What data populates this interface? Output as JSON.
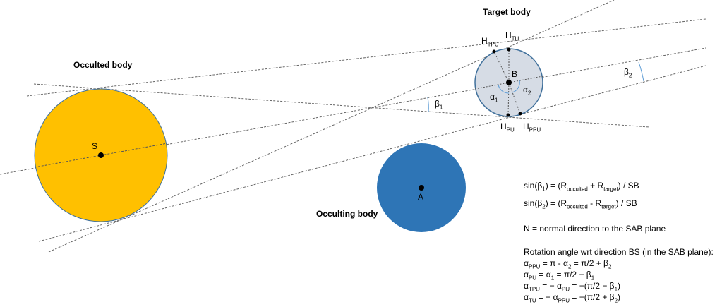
{
  "titles": {
    "target": "Target body",
    "occulted": "Occulted body",
    "occulting": "Occulting body"
  },
  "points": {
    "S": "S",
    "A": "A",
    "B": "B"
  },
  "tangent_points": {
    "HTPU": {
      "H": "H",
      "sub": "TPU"
    },
    "HTU": {
      "H": "H",
      "sub": "TU"
    },
    "HPU": {
      "H": "H",
      "sub": "PU"
    },
    "HPPU": {
      "H": "H",
      "sub": "PPU"
    }
  },
  "angles": {
    "alpha1": {
      "g": "α",
      "sub": "1"
    },
    "alpha2": {
      "g": "α",
      "sub": "2"
    },
    "beta1": {
      "g": "β",
      "sub": "1"
    },
    "beta2": {
      "g": "β",
      "sub": "2"
    }
  },
  "formulas": {
    "sin_b1": {
      "a": "sin(β",
      "s1": "1",
      "b": ") = (R",
      "s2": "occulted",
      "c": " + R",
      "s3": "target",
      "d": ") / SB"
    },
    "sin_b2": {
      "a": "sin(β",
      "s1": "2",
      "b": ") = (R",
      "s2": "occulted",
      "c": " - R",
      "s3": "target",
      "d": ") / SB"
    },
    "normal": "N = normal direction to the SAB plane",
    "rotation_title": "Rotation angle wrt direction BS (in the SAB plane):",
    "ppu": {
      "a": "α",
      "s": "PPU",
      "b": " = π - α",
      "s2": "2",
      "c": " = π/2 + β",
      "s3": "2"
    },
    "pu": {
      "a": "α",
      "s": "PU",
      "b": " = α",
      "s2": "1",
      "c": " = π/2 − β",
      "s3": "1"
    },
    "tpu": {
      "a": "α",
      "s": "TPU",
      "b": " = − α",
      "s2": "PU",
      "c": " = −(π/2 − β",
      "s3": "1",
      "d": ")"
    },
    "tu": {
      "a": "α",
      "s": "TU",
      "b": " = − α",
      "s2": "PPU",
      "c": " = −(π/2 + β",
      "s3": "2",
      "d": ")"
    }
  },
  "colors": {
    "occulted": "#FFC000",
    "occulting": "#2E75B6",
    "target": "#D6DCE5",
    "outline": "#41719C"
  }
}
